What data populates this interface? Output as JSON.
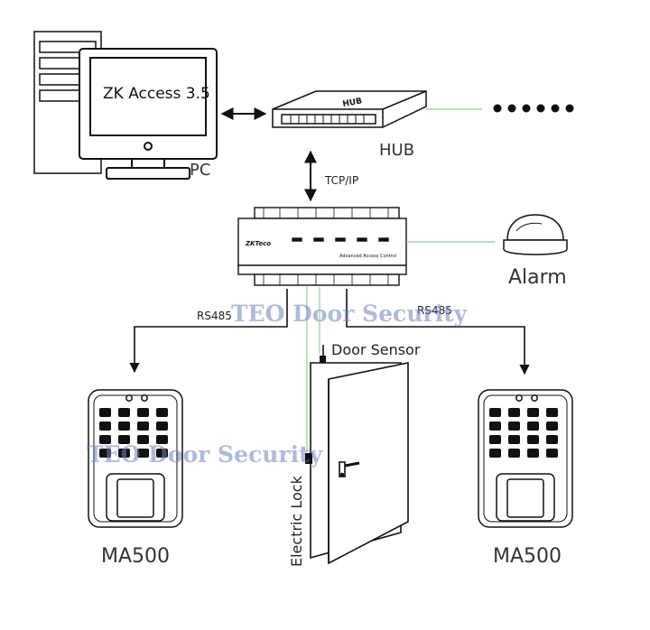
{
  "labels": {
    "software": "ZK Access 3.5",
    "pc": "PC",
    "hub": "HUB",
    "hub_badge": "HUB",
    "tcpip": "TCP/IP",
    "alarm": "Alarm",
    "rs485_left": "RS485",
    "rs485_right": "RS485",
    "door_sensor": "Door Sensor",
    "electric_lock": "Electric Lock",
    "reader_left": "MA500",
    "reader_right": "MA500",
    "controller_brand": "ZKTeco",
    "controller_text": "Advanced Access Control"
  },
  "watermarks": {
    "top": "TEO Door Security",
    "left": "TEO Door Security"
  },
  "colors": {
    "line": "#111111",
    "green_wire": "#8fd18f",
    "watermark": "#6e82be"
  }
}
